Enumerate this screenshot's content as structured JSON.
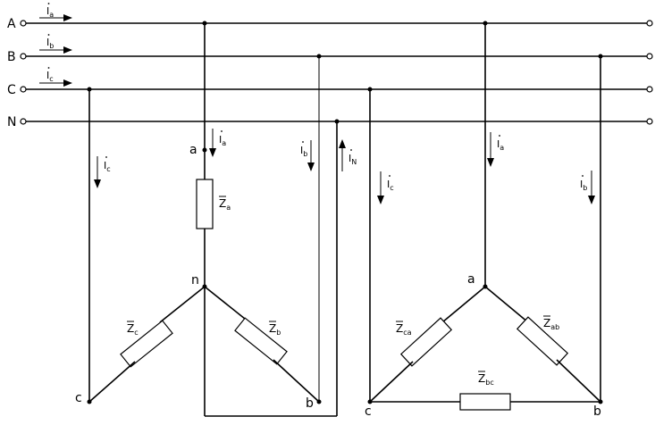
{
  "lines": {
    "A": "A",
    "B": "B",
    "C": "C",
    "N": "N"
  },
  "star": {
    "node_a": "a",
    "node_n": "n",
    "node_b": "b",
    "node_c": "c",
    "Za": {
      "main": "Z",
      "sub": "a"
    },
    "Zb": {
      "main": "Z",
      "sub": "b"
    },
    "Zc": {
      "main": "Z",
      "sub": "c"
    }
  },
  "delta": {
    "node_a": "a",
    "node_b": "b",
    "node_c": "c",
    "Zab": {
      "main": "Z",
      "sub": "ab"
    },
    "Zbc": {
      "main": "Z",
      "sub": "bc"
    },
    "Zca": {
      "main": "Z",
      "sub": "ca"
    }
  },
  "currents": {
    "symbol": "I",
    "a": "a",
    "b": "b",
    "c": "c",
    "N": "N"
  }
}
